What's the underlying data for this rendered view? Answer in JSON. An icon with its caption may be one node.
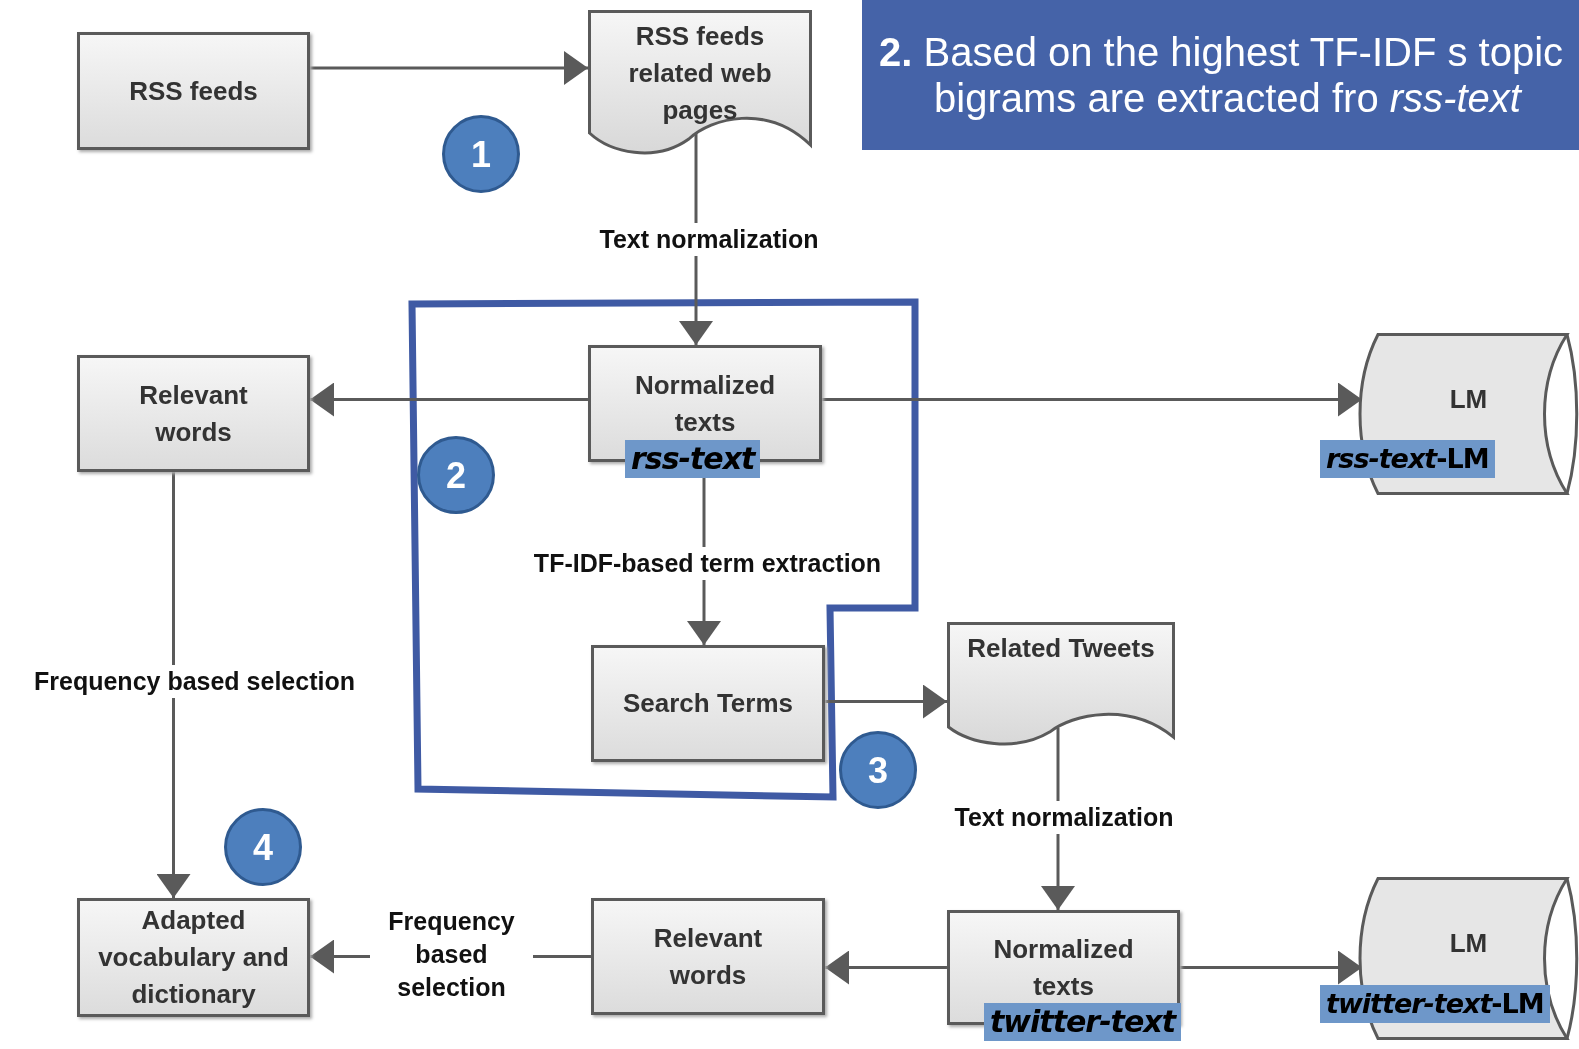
{
  "diagram": {
    "nodes": [
      {
        "text": [
          "RSS feeds"
        ]
      },
      {
        "text": [
          "RSS feeds related web pages"
        ]
      },
      {
        "text": [
          "Normalized texts",
          "rss-text"
        ]
      },
      {
        "text": [
          "Relevant words"
        ]
      },
      {
        "text": [
          "LM",
          "*rss-text*-LM"
        ]
      },
      {
        "text": [
          "Search Terms"
        ]
      },
      {
        "text": [
          "Related Tweets"
        ]
      },
      {
        "text": [
          "Normalized texts",
          "twitter-text"
        ]
      },
      {
        "text": [
          "LM",
          "*twitter-text*-LM"
        ]
      },
      {
        "text": [
          "Relevant words"
        ]
      },
      {
        "text": [
          "Adapted vocabulary and dictionary"
        ]
      },
      {
        "text": [
          "1"
        ]
      },
      {
        "text": [
          "2"
        ]
      },
      {
        "text": [
          "3"
        ]
      },
      {
        "text": [
          "4"
        ]
      },
      {
        "text": [
          "**2.** Based on the highest TF-IDF s topic bigrams are extracted fro *rss-text*"
        ]
      }
    ],
    "edges": [
      {
        "from": 0,
        "to": 1,
        "arrow": "to"
      },
      {
        "from": 1,
        "to": 2,
        "arrow": "to",
        "label": "Text normalization"
      },
      {
        "from": 2,
        "to": 3,
        "arrow": "to"
      },
      {
        "from": 2,
        "to": 4,
        "arrow": "to"
      },
      {
        "from": 2,
        "to": 5,
        "arrow": "to",
        "label": "TF-IDF-based term extraction"
      },
      {
        "from": 5,
        "to": 6,
        "arrow": "to"
      },
      {
        "from": 6,
        "to": 7,
        "arrow": "to",
        "label": "Text normalization"
      },
      {
        "from": 7,
        "to": 9,
        "arrow": "to"
      },
      {
        "from": 7,
        "to": 8,
        "arrow": "to"
      },
      {
        "from": 9,
        "to": 10,
        "arrow": "to",
        "label": "Frequency based selection"
      },
      {
        "from": 3,
        "to": 10,
        "arrow": "to",
        "label": "Frequency based selection"
      }
    ]
  }
}
